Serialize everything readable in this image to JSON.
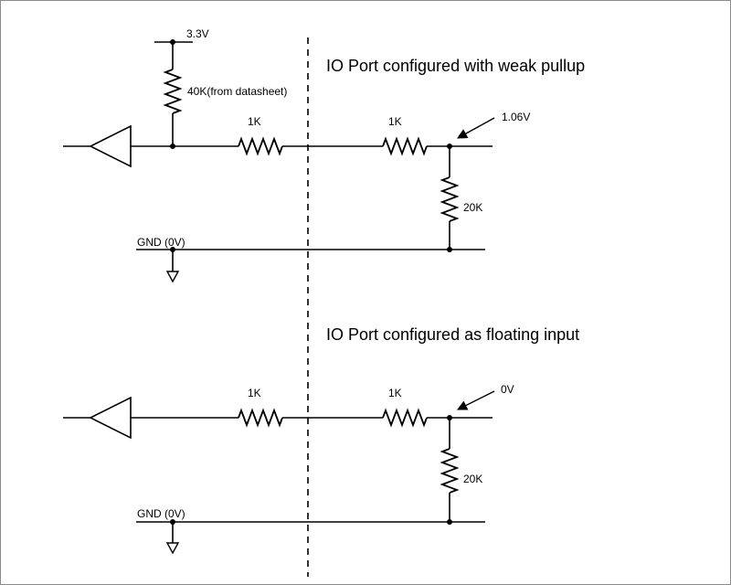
{
  "top": {
    "title": "IO Port configured with weak pullup",
    "supply_label": "3.3V",
    "pullup_label": "40K(from datasheet)",
    "r1_label": "1K",
    "r2_label": "1K",
    "r3_label": "20K",
    "probe_label": "1.06V",
    "gnd_label": "GND (0V)"
  },
  "bottom": {
    "title": "IO Port configured as floating input",
    "r1_label": "1K",
    "r2_label": "1K",
    "r3_label": "20K",
    "probe_label": "0V",
    "gnd_label": "GND (0V)"
  },
  "colors": {
    "line": "#000000",
    "border": "#8a8a8a",
    "background": "#ffffff"
  }
}
